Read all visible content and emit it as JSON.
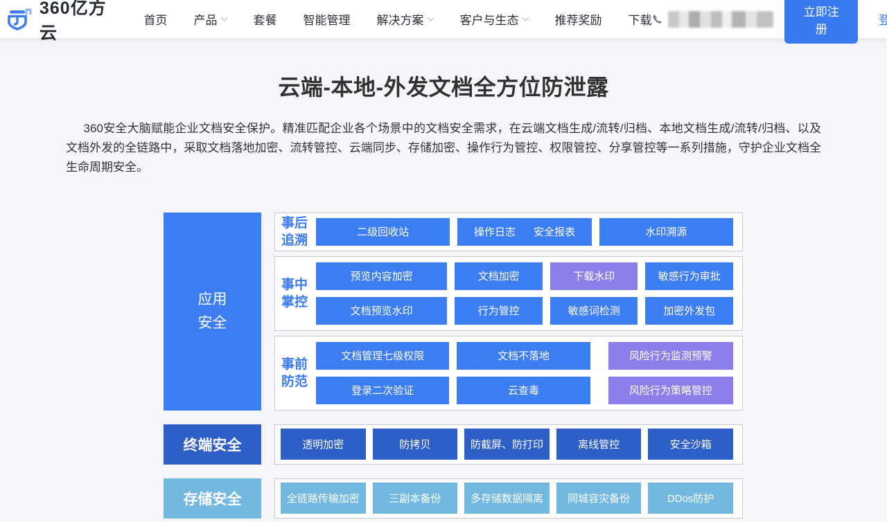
{
  "header": {
    "logo_text": "360亿方云",
    "nav": [
      {
        "label": "首页",
        "has_dropdown": false
      },
      {
        "label": "产品",
        "has_dropdown": true
      },
      {
        "label": "套餐",
        "has_dropdown": false
      },
      {
        "label": "智能管理",
        "has_dropdown": false
      },
      {
        "label": "解决方案",
        "has_dropdown": true
      },
      {
        "label": "客户与生态",
        "has_dropdown": true
      },
      {
        "label": "推荐奖励",
        "has_dropdown": false
      },
      {
        "label": "下载",
        "has_dropdown": false
      }
    ],
    "phone_number_redacted": true,
    "register_label": "立即注册",
    "login_label": "登录"
  },
  "hero": {
    "title": "云端-本地-外发文档全方位防泄露",
    "description": "360安全大脑赋能企业文档安全保护。精准匹配企业各个场景中的文档安全需求，在云端文档生成/流转/归档、本地文档生成/流转/归档、以及文档外发的全链路中，采取文档落地加密、流转管控、云端同步、存储加密、操作行为管控、权限管控、分享管控等一系列措施，守护企业文档全生命周期安全。"
  },
  "diagram": {
    "colors": {
      "primary_blue": "#3c7df2",
      "purple": "#8b80e9",
      "dark_blue": "#2e5fc6",
      "light_blue": "#72b8df",
      "label_blue": "#3a7af0"
    },
    "app_column": {
      "line1": "应用",
      "line2": "安全"
    },
    "traceability": {
      "label_line1": "事后",
      "label_line2": "追溯",
      "blocks": [
        "二级回收站",
        "操作日志",
        "安全报表",
        "水印溯源"
      ]
    },
    "in_process": {
      "label_line1": "事中",
      "label_line2": "掌控",
      "blocks": [
        "预览内容加密",
        "文档加密",
        "下载水印",
        "敏感行为审批",
        "文档预览水印",
        "行为管控",
        "敏感词检测",
        "加密外发包"
      ]
    },
    "prevention": {
      "label_line1": "事前",
      "label_line2": "防范",
      "blocks": [
        "文档管理七级权限",
        "文档不落地",
        "风险行为监测预警",
        "登录二次验证",
        "云查毒",
        "风险行为策略管控"
      ]
    },
    "terminal": {
      "label": "终端安全",
      "blocks": [
        "透明加密",
        "防拷贝",
        "防截屏、防打印",
        "离线管控",
        "安全沙箱"
      ]
    },
    "storage": {
      "label": "存储安全",
      "blocks": [
        "全链路传输加密",
        "三副本备份",
        "多存储数据隔离",
        "同城容灾备份",
        "DDos防护"
      ]
    }
  }
}
